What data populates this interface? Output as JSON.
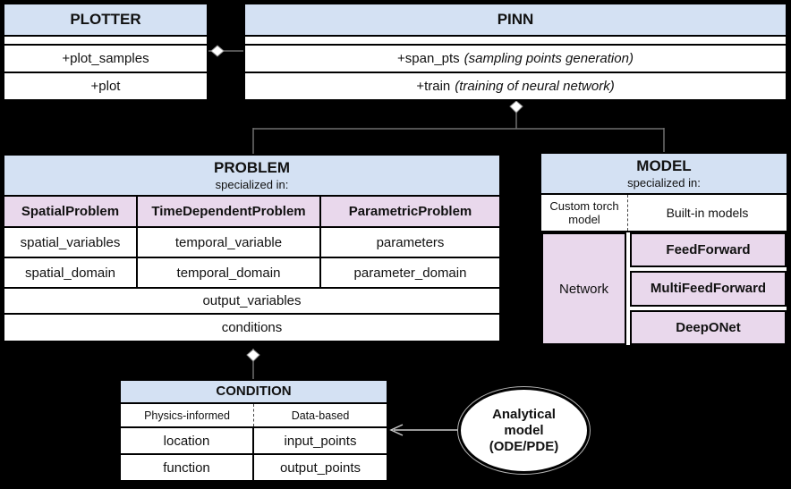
{
  "colors": {
    "bg": "#000000",
    "blue": "#d4e1f3",
    "pink": "#e9d8ec",
    "white": "#ffffff",
    "ink": "#111111",
    "line": "#6f6f6f",
    "arrow": "#cccccc"
  },
  "plotter": {
    "title": "PLOTTER",
    "methods": [
      "+plot_samples",
      "+plot"
    ]
  },
  "pinn": {
    "title": "PINN",
    "methods": [
      {
        "name": "+span_pts",
        "note": "(sampling points generation)"
      },
      {
        "name": "+train",
        "note": "(training of neural network)"
      }
    ]
  },
  "problem": {
    "title": "PROBLEM",
    "subtitle": "specialized in:",
    "subclasses": [
      "SpatialProblem",
      "TimeDependentProblem",
      "ParametricProblem"
    ],
    "rows": [
      [
        "spatial_variables",
        "temporal_variable",
        "parameters"
      ],
      [
        "spatial_domain",
        "temporal_domain",
        "parameter_domain"
      ]
    ],
    "shared_rows": [
      "output_variables",
      "conditions"
    ]
  },
  "model": {
    "title": "MODEL",
    "subtitle": "specialized in:",
    "options": [
      "Custom torch model",
      "Built-in models"
    ],
    "network_label": "Network",
    "builtin_models": [
      "FeedForward",
      "MultiFeedForward",
      "DeepONet"
    ]
  },
  "condition": {
    "title": "CONDITION",
    "categories": [
      "Physics-informed",
      "Data-based"
    ],
    "rows": [
      [
        "location",
        "input_points"
      ],
      [
        "function",
        "output_points"
      ]
    ]
  },
  "analytical": {
    "label_lines": [
      "Analytical",
      "model",
      "(ODE/PDE)"
    ]
  }
}
